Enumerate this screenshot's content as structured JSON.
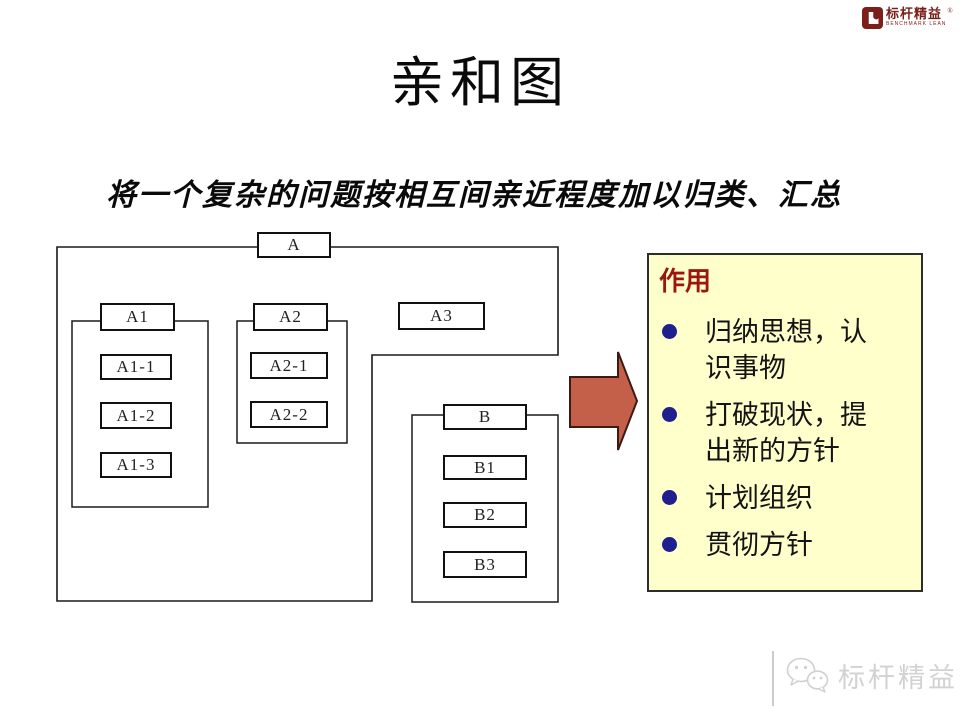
{
  "slide": {
    "title": "亲和图",
    "subtitle": "将一个复杂的问题按相互间亲近程度加以归类、汇总"
  },
  "logo": {
    "brand_cn": "标杆精益",
    "brand_en": "BENCHMARK LEAN",
    "registered_mark": "®",
    "icon": "benchmark-lean-logo-icon",
    "brand_color": "#7B1F18"
  },
  "diagram": {
    "boxes": [
      {
        "label": "A"
      },
      {
        "label": "A1"
      },
      {
        "label": "A2"
      },
      {
        "label": "A3"
      },
      {
        "label": "A1-1"
      },
      {
        "label": "A1-2"
      },
      {
        "label": "A1-3"
      },
      {
        "label": "A2-1"
      },
      {
        "label": "A2-2"
      },
      {
        "label": "B"
      },
      {
        "label": "B1"
      },
      {
        "label": "B2"
      },
      {
        "label": "B3"
      }
    ],
    "arrow_icon": "right-block-arrow-icon",
    "arrow_color": "#C4604A",
    "line_color": "#1a1a1a"
  },
  "panel": {
    "heading": "作用",
    "heading_color": "#9E1510",
    "background": "#FFFFCC",
    "bullet_color": "#1F1F8F",
    "items": [
      "归纳思想，认\n识事物",
      "打破现状，提\n出新的方针",
      "计划组织",
      "贯彻方针"
    ]
  },
  "watermark": {
    "icon": "wechat-icon",
    "text": "标杆精益"
  }
}
